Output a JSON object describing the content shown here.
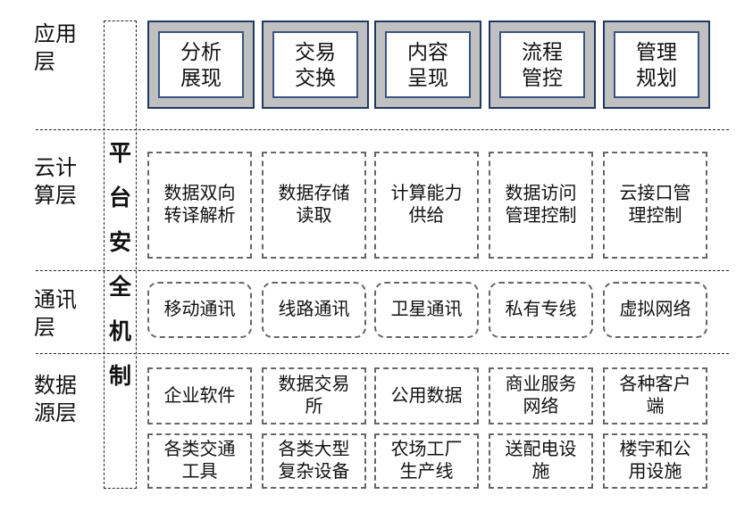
{
  "layers": {
    "application": "应用层",
    "cloud": "云计算层",
    "communication": "通讯层",
    "data_source": "数据源层"
  },
  "security": [
    "平",
    "台",
    "安",
    "全",
    "机",
    "制"
  ],
  "application_items": [
    {
      "line1": "分析",
      "line2": "展现"
    },
    {
      "line1": "交易",
      "line2": "交换"
    },
    {
      "line1": "内容",
      "line2": "呈现"
    },
    {
      "line1": "流程",
      "line2": "管控"
    },
    {
      "line1": "管理",
      "line2": "规划"
    }
  ],
  "cloud_items": [
    {
      "line1": "数据双向",
      "line2": "转译解析"
    },
    {
      "line1": "数据存储",
      "line2": "读取"
    },
    {
      "line1": "计算能力",
      "line2": "供给"
    },
    {
      "line1": "数据访问",
      "line2": "管理控制"
    },
    {
      "line1": "云接口管",
      "line2": "理控制"
    }
  ],
  "communication_items": [
    "移动通讯",
    "线路通讯",
    "卫星通讯",
    "私有专线",
    "虚拟网络"
  ],
  "data_items_row1": [
    {
      "line1": "企业软件",
      "line2": ""
    },
    {
      "line1": "数据交易",
      "line2": "所"
    },
    {
      "line1": "公用数据",
      "line2": ""
    },
    {
      "line1": "商业服务",
      "line2": "网络"
    },
    {
      "line1": "各种客户",
      "line2": "端"
    }
  ],
  "data_items_row2": [
    {
      "line1": "各类交通",
      "line2": "工具"
    },
    {
      "line1": "各类大型",
      "line2": "复杂设备"
    },
    {
      "line1": "农场工厂",
      "line2": "生产线"
    },
    {
      "line1": "送配电设",
      "line2": "施"
    },
    {
      "line1": "楼宇和公",
      "line2": "用设施"
    }
  ],
  "colors": {
    "frame": "#1f3864",
    "fill": "#c0c0c0",
    "dash": "#666666"
  }
}
